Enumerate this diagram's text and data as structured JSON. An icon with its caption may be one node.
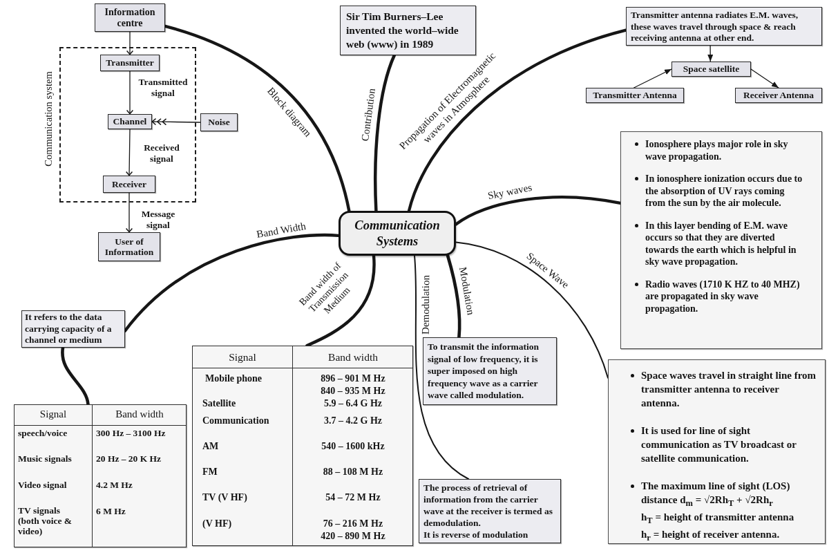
{
  "diagram": {
    "nodes": [
      {
        "text": [
          "Information centre"
        ]
      },
      {
        "text": [
          "Communication system"
        ]
      },
      {
        "text": [
          "Transmitter"
        ],
        "in": 1
      },
      {
        "text": [
          "Channel"
        ],
        "in": 1
      },
      {
        "text": [
          "Receiver"
        ],
        "in": 1
      },
      {
        "text": [
          "Noise"
        ]
      },
      {
        "text": [
          "User of Information"
        ]
      },
      {
        "text": [
          "Sir Tim Burners–Lee invented the world–wide web (www) in 1989"
        ]
      },
      {
        "text": [
          "Transmitter antenna radiates E.M. waves, these waves travel through space & reach receiving antenna at other end."
        ]
      },
      {
        "text": [
          "Space satellite"
        ]
      },
      {
        "text": [
          "Transmitter Antenna"
        ]
      },
      {
        "text": [
          "Receiver Antenna"
        ]
      },
      {
        "text": [
          "Communication Systems"
        ]
      },
      {
        "text": [
          "Ionosphere plays major role in sky wave propagation.",
          "In ionosphere ionization occurs due to the absorption of UV rays coming from the sun by the air molecule.",
          "In this layer bending of E.M. wave occurs so that they are diverted towards the earth which is helpful in sky wave propagation.",
          "Radio waves (1710 K HZ to 40 MHZ) are propagated in sky wave propagation."
        ]
      },
      {
        "text": [
          "It refers to the data carrying capacity of a channel or medium"
        ]
      },
      {
        "text": [
          "Signal",
          "Band width",
          "Mobile phone",
          "896 – 901 M Hz",
          "840 – 935 M Hz",
          "Satellite Communication",
          "5.9 – 6.4 G Hz",
          "3.7 – 4.2 G Hz",
          "AM",
          "540 – 1600 kHz",
          "FM",
          "88 – 108 M Hz",
          "TV (V HF)",
          "54 – 72 M Hz",
          "(V HF)",
          "76 – 216 M Hz",
          "420 – 890 M Hz"
        ]
      },
      {
        "text": [
          "To transmit the information signal of low frequency, it is super imposed on high frequency wave as a carrier wave called modulation."
        ]
      },
      {
        "text": [
          "Space waves travel in straight line from transmitter antenna to receiver antenna.",
          "It is used for line of sight communication as TV broadcast or satellite communication.",
          "The maximum line of sight (LOS) distance d$_{m}$ = √2Rh$_{T}$ + √2Rh$_{r}$",
          "h$_{T}$ = height of transmitter antenna",
          "h$_{r}$ = height of receiver antenna."
        ]
      },
      {
        "text": [
          "Signal",
          "Band width",
          "speech/voice",
          "300 Hz – 3100 Hz",
          "Music signals",
          "20 Hz – 20 K Hz",
          "Video signal",
          "4.2 M Hz",
          "TV signals (both voice & video)",
          "6 M Hz"
        ]
      },
      {
        "text": [
          "The process of retrieval of information from the carrier wave at the receiver is termed as demodulation.",
          "It is reverse of modulation"
        ]
      }
    ],
    "edges": [
      {
        "from": 0,
        "to": 2,
        "arrow": "to"
      },
      {
        "from": 2,
        "to": 3,
        "arrow": "to",
        "label": "Transmitted signal"
      },
      {
        "from": 5,
        "to": 3,
        "arrow": "to"
      },
      {
        "from": 3,
        "to": 4,
        "arrow": "to",
        "label": "Received signal"
      },
      {
        "from": 4,
        "to": 6,
        "arrow": "to",
        "label": "Message signal"
      },
      {
        "from": 8,
        "to": 9,
        "arrow": "to"
      },
      {
        "from": 10,
        "to": 9,
        "arrow": "to"
      },
      {
        "from": 9,
        "to": 11,
        "arrow": "to"
      },
      {
        "from": 12,
        "to": 0,
        "arrow": "none",
        "label": "Block diagram",
        "style": "thick"
      },
      {
        "from": 12,
        "to": 7,
        "arrow": "none",
        "label": "Contribution",
        "style": "thick"
      },
      {
        "from": 12,
        "to": 8,
        "arrow": "none",
        "label": "Propagation of Electromagnetic waves in Atmosphere",
        "style": "thick"
      },
      {
        "from": 12,
        "to": 13,
        "arrow": "none",
        "label": "Sky waves",
        "style": "thick"
      },
      {
        "from": 12,
        "to": 17,
        "arrow": "none",
        "label": "Space Wave"
      },
      {
        "from": 12,
        "to": 16,
        "arrow": "none",
        "label": "Modulation",
        "style": "thick"
      },
      {
        "from": 12,
        "to": 19,
        "arrow": "none",
        "label": "Demodulation"
      },
      {
        "from": 12,
        "to": 15,
        "arrow": "none",
        "label": "Band width of Transmission Medium",
        "style": "thick"
      },
      {
        "from": 12,
        "to": 14,
        "arrow": "none",
        "label": "Band Width",
        "style": "thick"
      },
      {
        "from": 14,
        "to": 18,
        "arrow": "none",
        "style": "thick"
      }
    ]
  }
}
